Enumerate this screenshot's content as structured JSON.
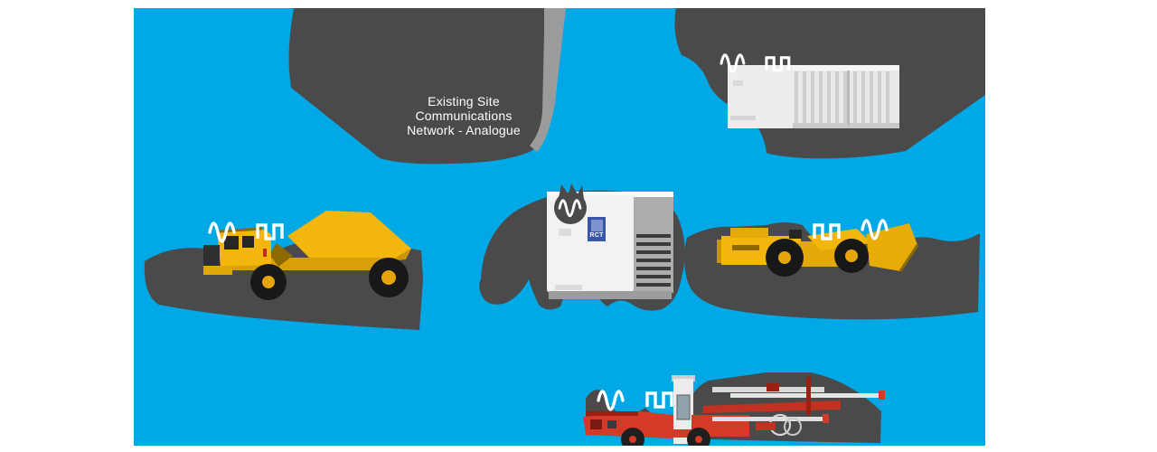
{
  "diagram": {
    "background_color": "#00A8E6",
    "cloud_color": "#4A4A4A",
    "cloud_edge_highlight_color": "#9B9B9B",
    "title": {
      "lines": [
        "Existing Site",
        "Communications",
        "Network - Analogue"
      ],
      "text_color": "#FFFFFF"
    },
    "converter": {
      "brand": "RCT",
      "logo_color": "#3A55A5",
      "signal_icon": "analogue-sine-wave-icon"
    },
    "stations": [
      {
        "name": "surface-communications-container",
        "equipment": "shipping-container",
        "icons": [
          "analogue-sine-wave-icon",
          "digital-square-wave-icon"
        ]
      },
      {
        "name": "underground-haul-truck",
        "equipment": "articulated-dump-truck",
        "icons": [
          "analogue-sine-wave-icon",
          "digital-square-wave-icon"
        ]
      },
      {
        "name": "underground-loader",
        "equipment": "lhd-loader",
        "icons": [
          "digital-square-wave-icon",
          "analogue-sine-wave-icon"
        ]
      },
      {
        "name": "underground-drill-rig",
        "equipment": "jumbo-drill",
        "icons": [
          "analogue-sine-wave-icon",
          "digital-square-wave-icon"
        ]
      }
    ],
    "equipment_colors": {
      "machine_yellow": "#F2B60C",
      "machine_red": "#D53927",
      "container_grey": "#E9E9E9",
      "cabinet_white": "#F2F2F2"
    }
  }
}
